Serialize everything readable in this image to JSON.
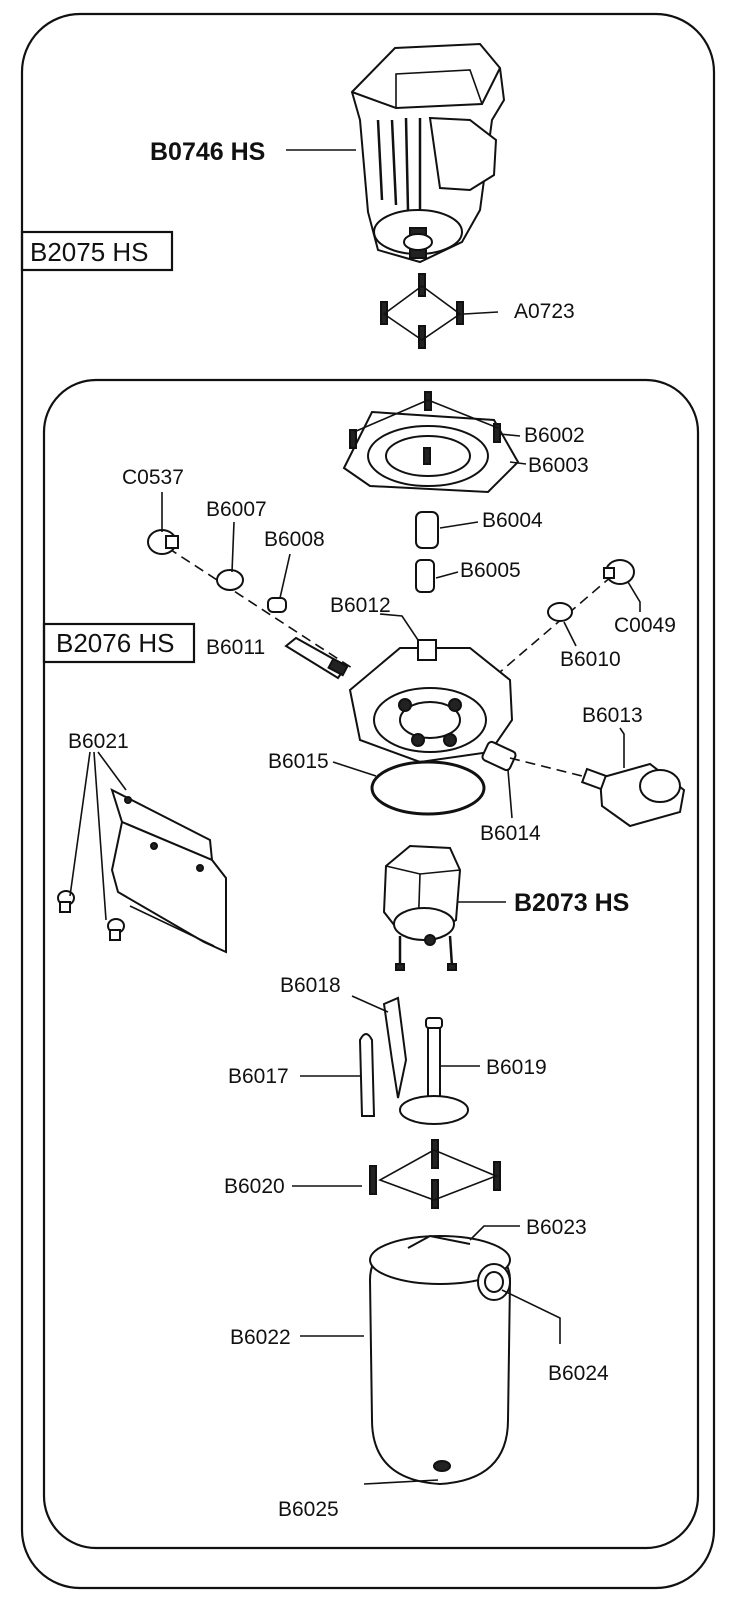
{
  "groups": {
    "outer": "B2075 HS",
    "inner": "B2076 HS"
  },
  "parts": {
    "motor": "B0746 HS",
    "motor_screws": "A0723",
    "cover_screws": "B6002",
    "cover_plate": "B6003",
    "piston": "B6004",
    "piston_sleeve": "B6005",
    "left_cap": "C0537",
    "left_washer": "B6007",
    "left_plug": "B6008",
    "right_cap": "C0049",
    "right_washer": "B6010",
    "check_valve": "B6011",
    "pump_body": "B6012",
    "solenoid_valve": "B6013",
    "fitting": "B6014",
    "o_ring": "B6015",
    "bracket": "B6021",
    "pump_motor": "B2073 HS",
    "suction_tube": "B6018",
    "filter_tube": "B6017",
    "filter": "B6019",
    "tank_screws": "B6020",
    "tank_cap": "B6023",
    "tank": "B6022",
    "breather": "B6024",
    "drain_plug": "B6025"
  }
}
